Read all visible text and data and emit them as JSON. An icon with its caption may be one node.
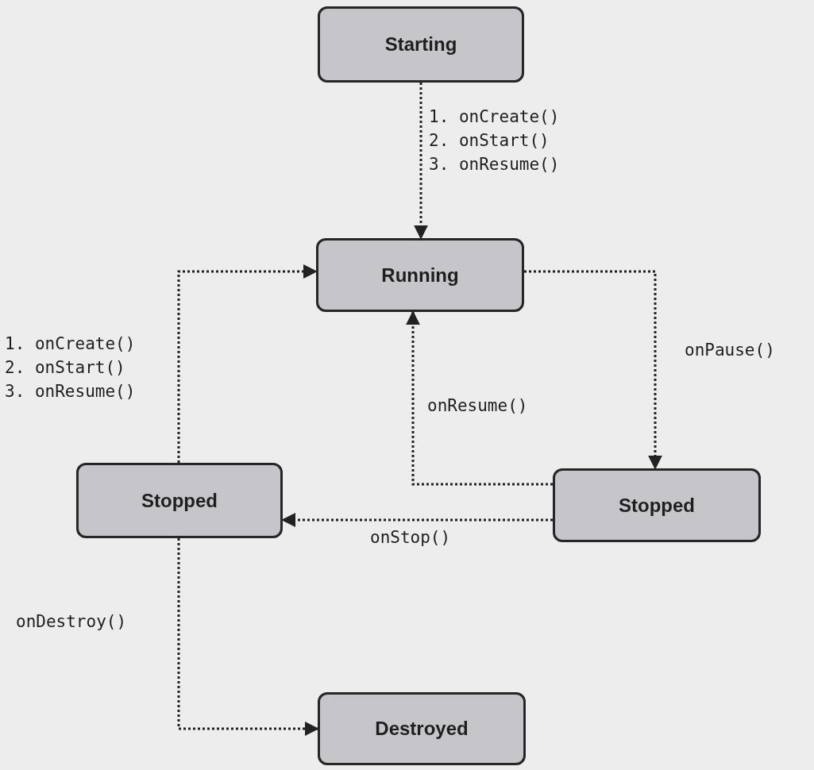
{
  "diagram": {
    "nodes": [
      {
        "text": [
          "Starting"
        ]
      },
      {
        "text": [
          "Running"
        ]
      },
      {
        "text": [
          "Stopped"
        ]
      },
      {
        "text": [
          "Stopped"
        ]
      },
      {
        "text": [
          "Destroyed"
        ]
      }
    ],
    "edges": [
      {
        "from": 0,
        "to": 1,
        "arrow": "to",
        "style": "dashed",
        "label": "1. onCreate() 2. onStart() 3. onResume()"
      },
      {
        "from": 1,
        "to": 2,
        "arrow": "to",
        "style": "dashed",
        "label": "onPause()"
      },
      {
        "from": 2,
        "to": 1,
        "arrow": "to",
        "style": "dashed",
        "label": "onResume()"
      },
      {
        "from": 2,
        "to": 3,
        "arrow": "to",
        "style": "dashed",
        "label": "onStop()"
      },
      {
        "from": 3,
        "to": 1,
        "arrow": "to",
        "style": "dashed",
        "label": "1. onCreate() 2. onStart() 3. onResume()"
      },
      {
        "from": 3,
        "to": 4,
        "arrow": "to",
        "style": "dashed",
        "label": "onDestroy()"
      }
    ]
  }
}
